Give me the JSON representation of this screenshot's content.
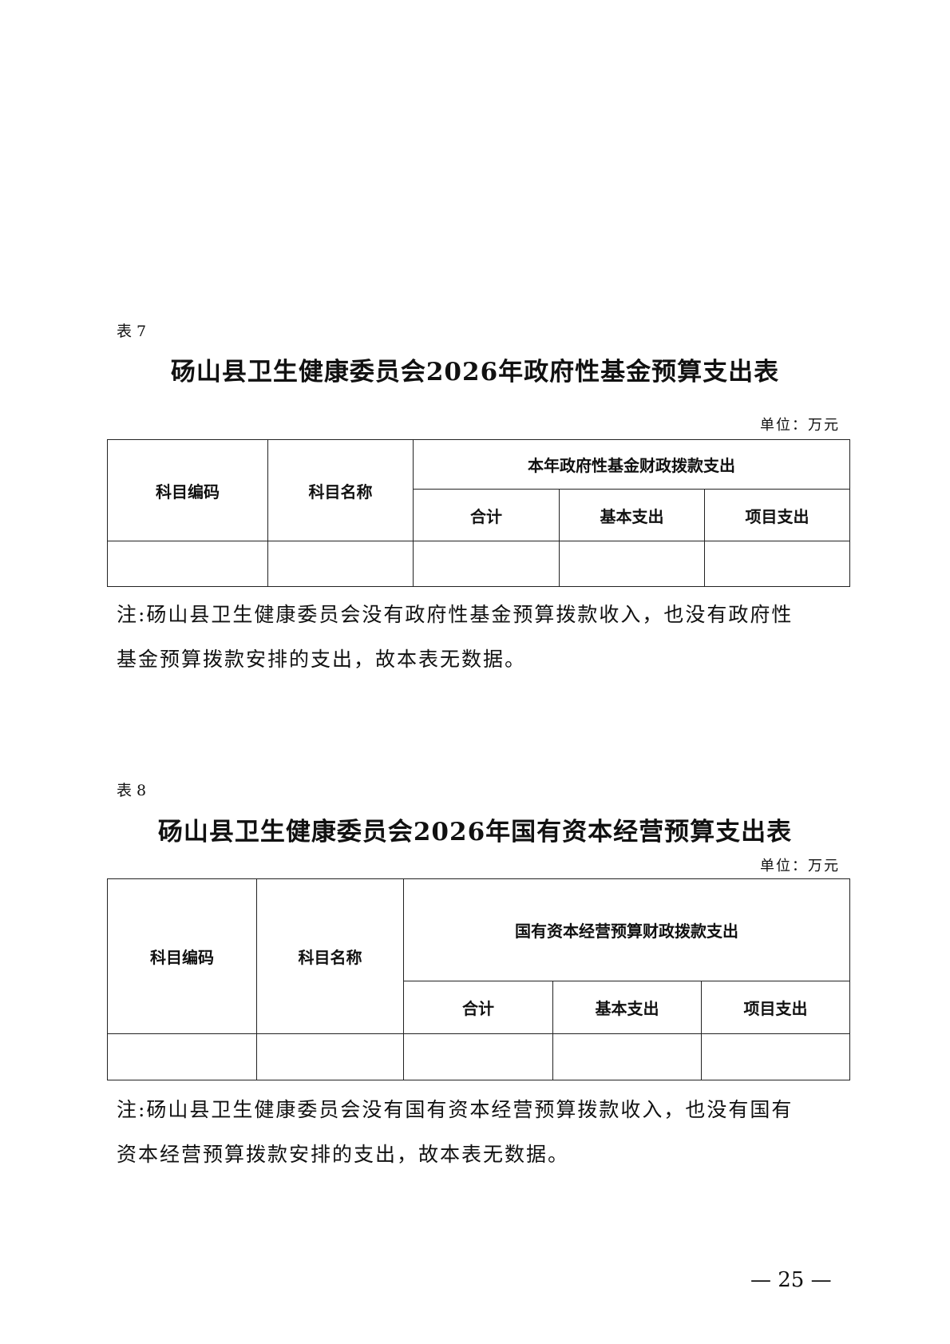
{
  "table7": {
    "tag": "表 7",
    "title": "砀山县卫生健康委员会2026年政府性基金预算支出表",
    "unit": "单位：万元",
    "headers": {
      "code": "科目编码",
      "name": "科目名称",
      "group": "本年政府性基金财政拨款支出",
      "total": "合计",
      "basic": "基本支出",
      "project": "项目支出"
    },
    "note_line1": "注:砀山县卫生健康委员会没有政府性基金预算拨款收入，也没有政府性",
    "note_line2": "基金预算拨款安排的支出，故本表无数据。"
  },
  "table8": {
    "tag": "表 8",
    "title": "砀山县卫生健康委员会2026年国有资本经营预算支出表",
    "unit": "单位：万元",
    "headers": {
      "code": "科目编码",
      "name": "科目名称",
      "group": "国有资本经营预算财政拨款支出",
      "total": "合计",
      "basic": "基本支出",
      "project": "项目支出"
    },
    "note_line1": "注:砀山县卫生健康委员会没有国有资本经营预算拨款收入，也没有国有",
    "note_line2": "资本经营预算拨款安排的支出，故本表无数据。"
  },
  "page_number": "— 25 —"
}
